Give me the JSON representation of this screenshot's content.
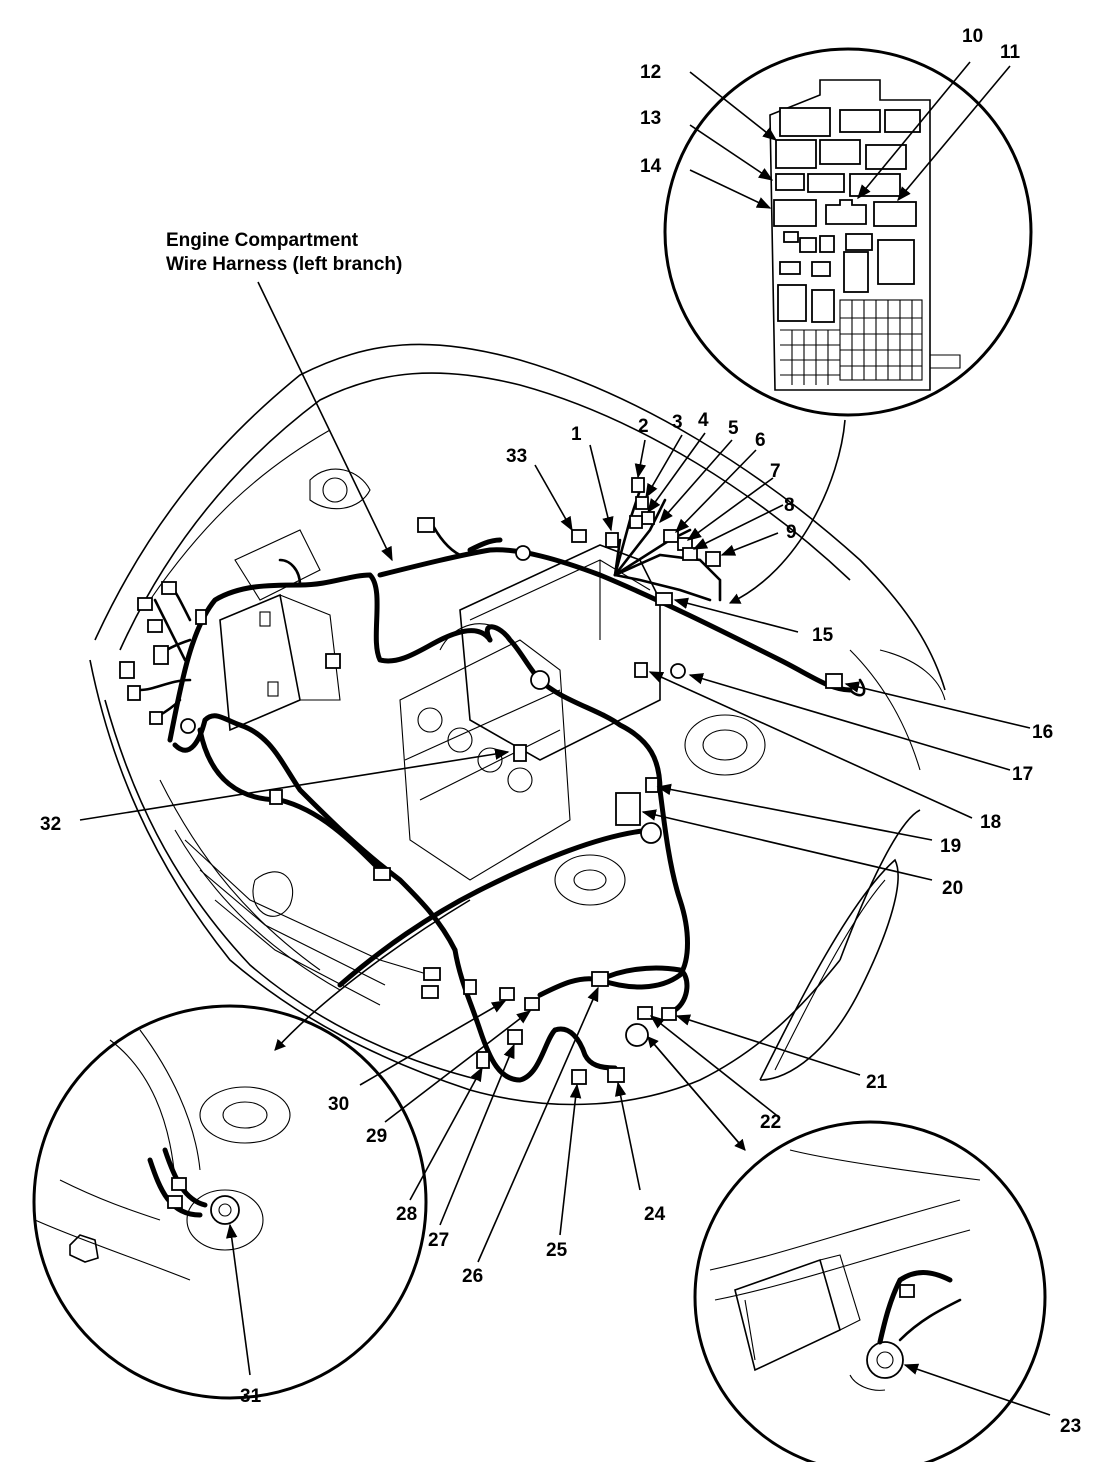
{
  "harness_label": {
    "line1": "Engine Compartment",
    "line2": "Wire Harness (left branch)"
  },
  "callouts": [
    {
      "id": "1",
      "text": "1"
    },
    {
      "id": "2",
      "text": "2"
    },
    {
      "id": "3",
      "text": "3"
    },
    {
      "id": "4",
      "text": "4"
    },
    {
      "id": "5",
      "text": "5"
    },
    {
      "id": "6",
      "text": "6"
    },
    {
      "id": "7",
      "text": "7"
    },
    {
      "id": "8",
      "text": "8"
    },
    {
      "id": "9",
      "text": "9"
    },
    {
      "id": "10",
      "text": "10"
    },
    {
      "id": "11",
      "text": "11"
    },
    {
      "id": "12",
      "text": "12"
    },
    {
      "id": "13",
      "text": "13"
    },
    {
      "id": "14",
      "text": "14"
    },
    {
      "id": "15",
      "text": "15"
    },
    {
      "id": "16",
      "text": "16"
    },
    {
      "id": "17",
      "text": "17"
    },
    {
      "id": "18",
      "text": "18"
    },
    {
      "id": "19",
      "text": "19"
    },
    {
      "id": "20",
      "text": "20"
    },
    {
      "id": "21",
      "text": "21"
    },
    {
      "id": "22",
      "text": "22"
    },
    {
      "id": "23",
      "text": "23"
    },
    {
      "id": "24",
      "text": "24"
    },
    {
      "id": "25",
      "text": "25"
    },
    {
      "id": "26",
      "text": "26"
    },
    {
      "id": "27",
      "text": "27"
    },
    {
      "id": "28",
      "text": "28"
    },
    {
      "id": "29",
      "text": "29"
    },
    {
      "id": "30",
      "text": "30"
    },
    {
      "id": "31",
      "text": "31"
    },
    {
      "id": "32",
      "text": "32"
    },
    {
      "id": "33",
      "text": "33"
    }
  ]
}
